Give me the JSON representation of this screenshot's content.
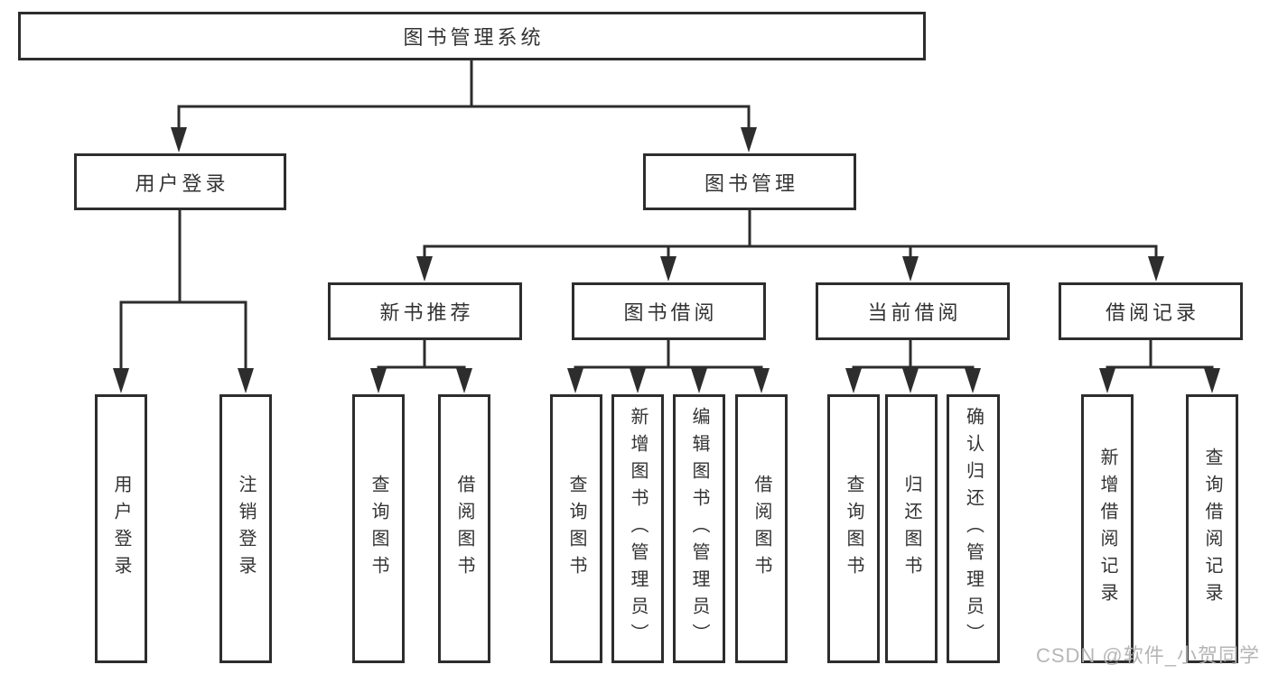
{
  "tree": {
    "root": "图书管理系统",
    "branches": [
      {
        "label": "用户登录",
        "leaves": [
          "用户登录",
          "注销登录"
        ]
      },
      {
        "label": "图书管理",
        "groups": [
          {
            "label": "新书推荐",
            "leaves": [
              "查询图书",
              "借阅图书"
            ]
          },
          {
            "label": "图书借阅",
            "leaves": [
              "查询图书",
              "新增图书（管理员）",
              "编辑图书（管理员）",
              "借阅图书"
            ]
          },
          {
            "label": "当前借阅",
            "leaves": [
              "查询图书",
              "归还图书",
              "确认归还（管理员）"
            ]
          },
          {
            "label": "借阅记录",
            "leaves": [
              "新增借阅记录",
              "查询借阅记录"
            ]
          }
        ]
      }
    ]
  },
  "watermark": {
    "text": "CSDN @软件_小贺同学"
  },
  "colors": {
    "line": "#2d2d2d",
    "text": "#333333",
    "watermark": "#b3b3b3",
    "background": "#ffffff"
  }
}
